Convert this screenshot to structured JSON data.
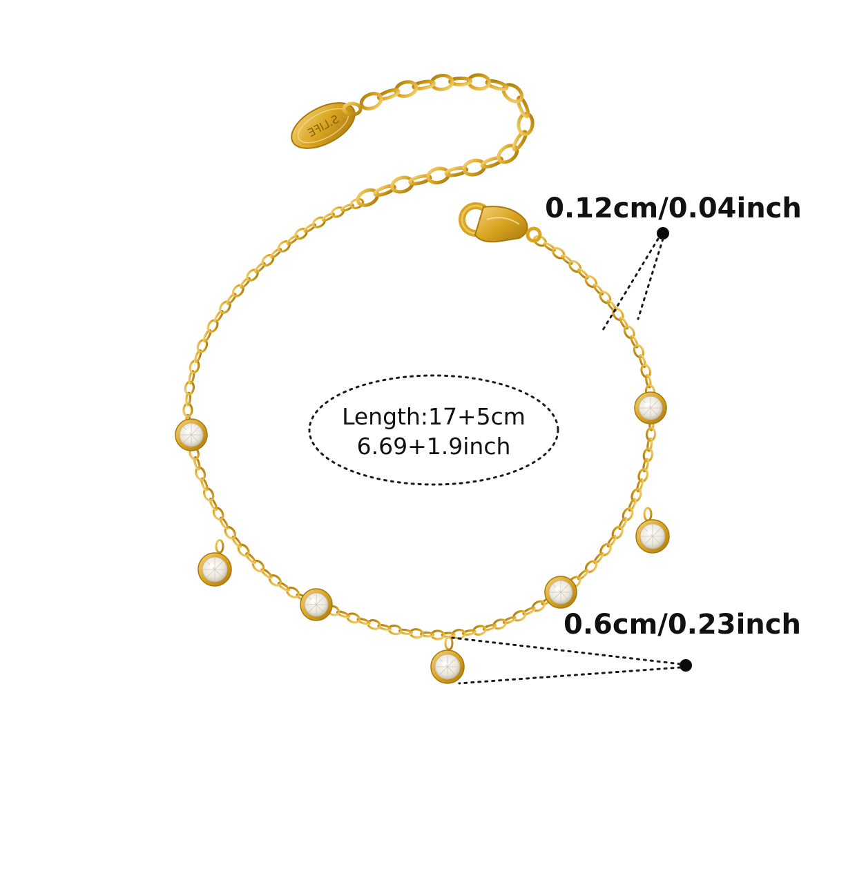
{
  "product": {
    "tag_engraving": "S.LIFE"
  },
  "annotations": {
    "chain_width": "0.12cm/0.04inch",
    "charm_diameter": "0.6cm/0.23inch",
    "length_line1": "Length:17+5cm",
    "length_line2": "6.69+1.9inch"
  },
  "colors": {
    "gold": "#d9a521",
    "gold_dark": "#a8780e",
    "gold_light": "#f3d37a",
    "stone": "#f4f1ea",
    "text": "#111111"
  }
}
